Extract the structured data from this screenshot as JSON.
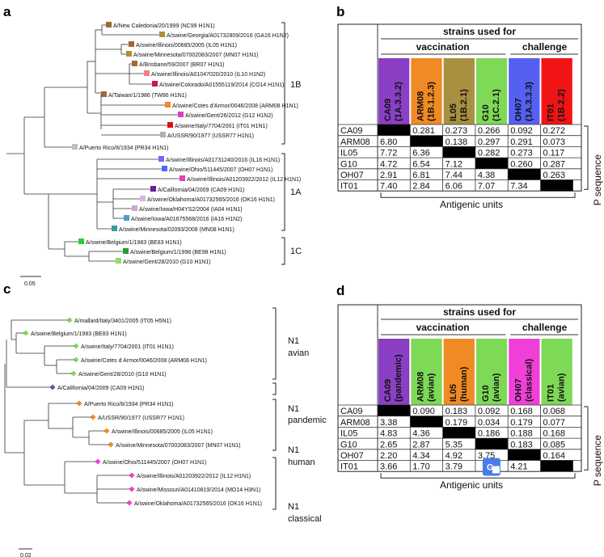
{
  "panels": {
    "a": {
      "label": "a",
      "scale_bar": "0.05",
      "clades": [
        "1B",
        "1A",
        "1C"
      ],
      "taxa": [
        {
          "name": "A/New Caledonia/20/1999 (NC99 H1N1)",
          "color": "#a0693a"
        },
        {
          "name": "A/swine/Georgia/A01732809/2016 (GA16 H1N2)",
          "color": "#b08d3a"
        },
        {
          "name": "A/swine/Illinois/00685/2005 (IL05 H1N1)",
          "color": "#a0693a"
        },
        {
          "name": "A/swine/Minnesota/07002083/2007 (MN07 H1N1)",
          "color": "#b08d3a"
        },
        {
          "name": "A/Brisbane/59/2007 (BR07 H1N1)",
          "color": "#a0693a"
        },
        {
          "name": "A/swine/Illinois/A01047020/2010 (IL10 H1N2)",
          "color": "#f08080"
        },
        {
          "name": "A/swine/Colorado/A01555119/2014 (CO14 H1N1)",
          "color": "#c2185b"
        },
        {
          "name": "A/Taiwan/1/1986 (TW86 H1N1)",
          "color": "#a0693a"
        },
        {
          "name": "A/swine/Cotes d'Armor/0046/2008 (ARM08 H1N1)",
          "color": "#f08a24"
        },
        {
          "name": "A/swine/Gent/26/2012 (G12 H1N2)",
          "color": "#e040c0"
        },
        {
          "name": "A/swine/Italy/7704/2001 (IT01 H1N1)",
          "color": "#e01010"
        },
        {
          "name": "A/USSR/90/1977 (USSR77 H1N1)",
          "color": "#b0b0b0"
        },
        {
          "name": "A/Puerto Rico/8/1934 (PR34 H1N1)",
          "color": "#c0c0c0"
        },
        {
          "name": "A/swine/Illinois/A01731240/2016 (IL16 H1N1)",
          "color": "#7b61ff"
        },
        {
          "name": "A/swine/Ohio/511445/2007 (OH07 H1N1)",
          "color": "#4a6cf7"
        },
        {
          "name": "A/swine/Illinois/A01203922/2012 (IL12 H1N1)",
          "color": "#e040c0"
        },
        {
          "name": "A/California/04/2009 (CA09 H1N1)",
          "color": "#6a1b9a"
        },
        {
          "name": "A/swine/Oklahoma/A01732565/2016 (OK16 H1N1)",
          "color": "#d8b4e8"
        },
        {
          "name": "A/swine/Iowa/H04YS2/2004 (IA04 H1N1)",
          "color": "#c8a8d8"
        },
        {
          "name": "A/swine/Iowa/A01675568/2016 (IA16 H1N2)",
          "color": "#4aa0c8"
        },
        {
          "name": "A/swine/Minnesota/02093/2008 (MN08 H1N1)",
          "color": "#3a9aa0"
        },
        {
          "name": "A/swine/Belgium/1/1983 (BE83 H1N1)",
          "color": "#2ecc40"
        },
        {
          "name": "A/swine/Belgium/1/1998 (BE98 H1N1)",
          "color": "#1fa030"
        },
        {
          "name": "A/swine/Gent/28/2010 (G10 H1N1)",
          "color": "#8ee060"
        }
      ]
    },
    "b": {
      "label": "b",
      "header_top": "strains used for",
      "header_vacc": "vaccination",
      "header_chal": "challenge",
      "columns": [
        {
          "name": "CA09",
          "sub": "(1A.3.3.2)",
          "color": "#8a3fc4"
        },
        {
          "name": "ARM08",
          "sub": "(1B.1.2.3)",
          "color": "#f08a24"
        },
        {
          "name": "IL05",
          "sub": "(1B.2.1)",
          "color": "#a89040"
        },
        {
          "name": "G10",
          "sub": "(1C.2.1)",
          "color": "#7ed957"
        },
        {
          "name": "OH07",
          "sub": "(1A.3.3.3)",
          "color": "#5560f0"
        },
        {
          "name": "IT01",
          "sub": "(1B.2.2)",
          "color": "#f01414"
        }
      ],
      "rows": [
        "CA09",
        "ARM08",
        "IL05",
        "G10",
        "OH07",
        "IT01"
      ],
      "values": [
        [
          null,
          "0.281",
          "0.273",
          "0.266",
          "0.092",
          "0.272"
        ],
        [
          "6.80",
          null,
          "0.138",
          "0.297",
          "0.291",
          "0.073"
        ],
        [
          "7.72",
          "6.36",
          null,
          "0.282",
          "0.273",
          "0.117"
        ],
        [
          "4.72",
          "6.54",
          "7.12",
          null,
          "0.260",
          "0.287"
        ],
        [
          "2.91",
          "6.81",
          "7.44",
          "4.38",
          null,
          "0.263"
        ],
        [
          "7.40",
          "2.84",
          "6.06",
          "7.07",
          "7.34",
          null
        ]
      ],
      "side_label": "P sequence",
      "bottom_label": "Antigenic units"
    },
    "c": {
      "label": "c",
      "scale_bar": "0.02",
      "groups": [
        {
          "line1": "N1",
          "line2": "avian"
        },
        {
          "line1": "N1",
          "line2": "pandemic"
        },
        {
          "line1": "N1",
          "line2": "human"
        },
        {
          "line1": "N1",
          "line2": "classical"
        }
      ],
      "taxa": [
        {
          "name": "A/mallard/Italy/3401/2005 (IT05 H5N1)",
          "color": "#7ed957"
        },
        {
          "name": "A/swine/Belgium/1/1983 (BE83 H1N1)",
          "color": "#7ed957"
        },
        {
          "name": "A/swine/Italy/7704/2001 (IT01 H1N1)",
          "color": "#7ed957"
        },
        {
          "name": "A/swine/Cotes d Armor/0046/2008 (ARM08 H1N1)",
          "color": "#7ed957"
        },
        {
          "name": "A/swine/Gent/28/2010 (G10 H1N1)",
          "color": "#7ed957"
        },
        {
          "name": "A/California/04/2009 (CA09 H1N1)",
          "color": "#6a4fb0"
        },
        {
          "name": "A/Puerto Rico/8/1934 (PR34 H1N1)",
          "color": "#f08a24"
        },
        {
          "name": "A/USSR/90/1977 (USSR77 H1N1)",
          "color": "#f08a24"
        },
        {
          "name": "A/swine/Illinois/00685/2005 (IL05 H1N1)",
          "color": "#f08a24"
        },
        {
          "name": "A/swine/Minnesota/07002083/2007 (MN07 H1N1)",
          "color": "#f08a24"
        },
        {
          "name": "A/swine/Ohio/511445/2007 (OH07 H1N1)",
          "color": "#f040d8"
        },
        {
          "name": "A/swine/Illinois/A01203922/2012 (IL12 H1N1)",
          "color": "#f040d8"
        },
        {
          "name": "A/swine/Missouri/A01410819/2014 (MO14 H3N1)",
          "color": "#f040d8"
        },
        {
          "name": "A/swine/Oklahoma/A01732565/2016 (OK16 H1N1)",
          "color": "#f040d8"
        }
      ]
    },
    "d": {
      "label": "d",
      "header_top": "strains used for",
      "header_vacc": "vaccination",
      "header_chal": "challenge",
      "columns": [
        {
          "name": "CA09",
          "sub": "(pandemic)",
          "color": "#8a3fc4"
        },
        {
          "name": "ARM08",
          "sub": "(avian)",
          "color": "#7ed957"
        },
        {
          "name": "IL05",
          "sub": "(human)",
          "color": "#f08a24"
        },
        {
          "name": "G10",
          "sub": "(avian)",
          "color": "#7ed957"
        },
        {
          "name": "OH07",
          "sub": "(classical)",
          "color": "#f040d8"
        },
        {
          "name": "IT01",
          "sub": "(avian)",
          "color": "#7ed957"
        }
      ],
      "rows": [
        "CA09",
        "ARM08",
        "IL05",
        "G10",
        "OH07",
        "IT01"
      ],
      "values": [
        [
          null,
          "0.090",
          "0.183",
          "0.092",
          "0.168",
          "0.068"
        ],
        [
          "3.38",
          null,
          "0.179",
          "0.034",
          "0.179",
          "0.077"
        ],
        [
          "4.83",
          "4.36",
          null,
          "0.186",
          "0.188",
          "0.168"
        ],
        [
          "2.65",
          "2.87",
          "5.35",
          null,
          "0.183",
          "0.085"
        ],
        [
          "2.20",
          "4.34",
          "4.92",
          "3.75",
          null,
          "0.164"
        ],
        [
          "3.66",
          "1.70",
          "3.79",
          "",
          "4.21",
          null
        ]
      ],
      "side_label": "P sequence",
      "bottom_label": "Antigenic units",
      "overlay_icon": "translate-icon",
      "overlay_color": "#4a7be8"
    }
  }
}
